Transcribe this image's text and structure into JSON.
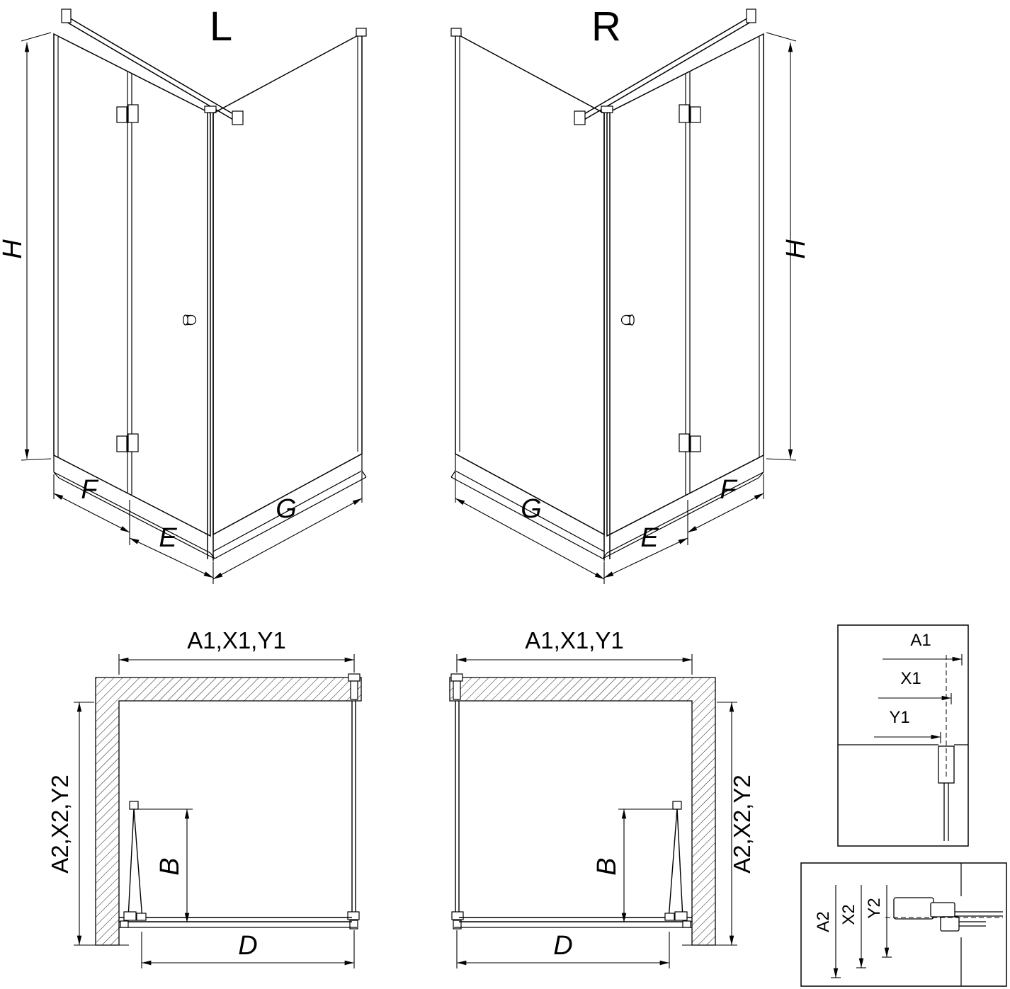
{
  "canvas": {
    "background": "#ffffff",
    "line_color": "#000000"
  },
  "iso_left": {
    "label": "L",
    "dim_height": "H",
    "dim_front_section": "F",
    "dim_door_section": "E",
    "dim_side_panel": "G"
  },
  "iso_right": {
    "label": "R",
    "dim_height": "H",
    "dim_front_section": "F",
    "dim_door_section": "E",
    "dim_side_panel": "G"
  },
  "plan_left": {
    "dim_width": "A1,X1,Y1",
    "dim_depth": "A2,X2,Y2",
    "dim_door_fold": "B",
    "dim_opening": "D"
  },
  "plan_right": {
    "dim_width": "A1,X1,Y1",
    "dim_depth": "A2,X2,Y2",
    "dim_door_fold": "B",
    "dim_opening": "D"
  },
  "detail_width_profile": {
    "dim_outer": "A1",
    "dim_mid": "X1",
    "dim_inner": "Y1"
  },
  "detail_depth_profile": {
    "dim_outer": "A2",
    "dim_mid": "X2",
    "dim_inner": "Y2"
  }
}
